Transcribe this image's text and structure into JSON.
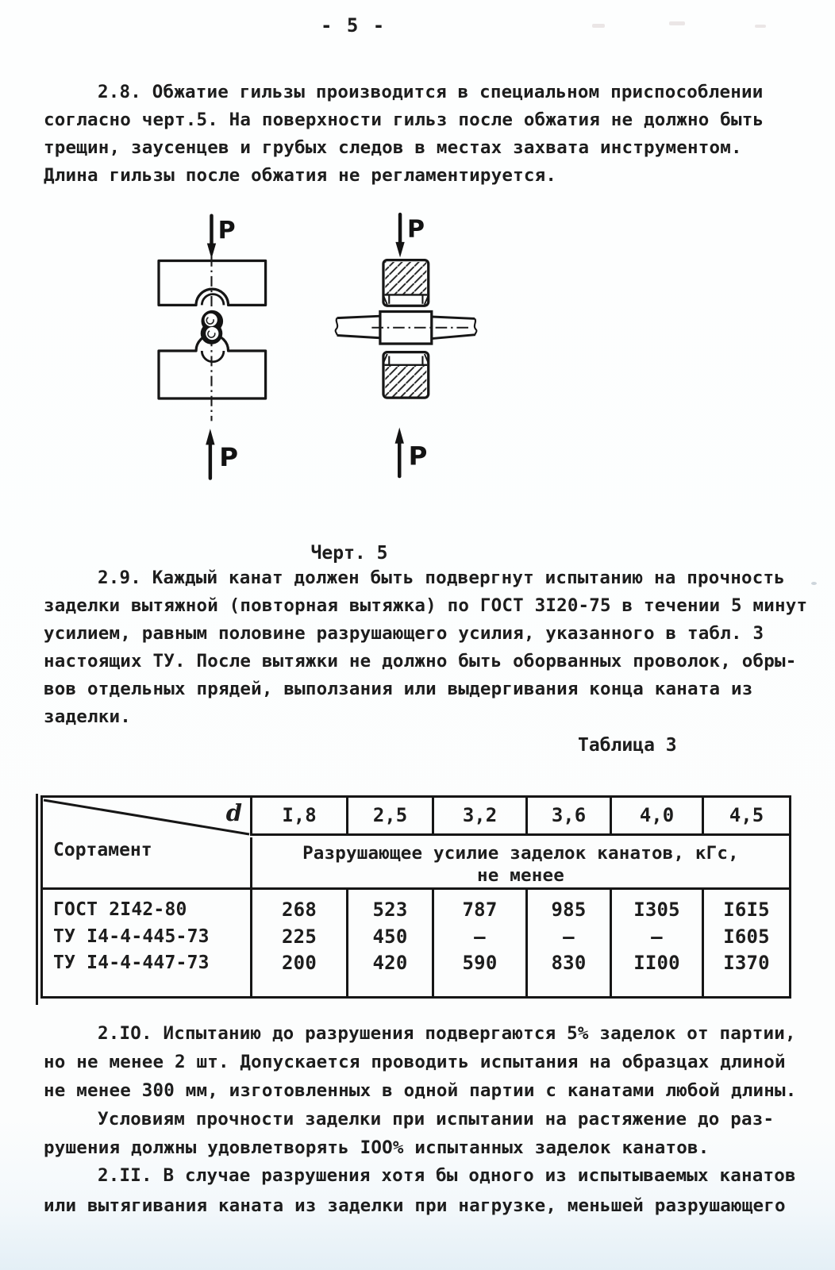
{
  "page": {
    "number": "- 5 -"
  },
  "paragraphs": {
    "p28": {
      "lines": [
        "2.8. Обжатие гильзы производится в специальном приспособлении",
        "согласно черт.5. На поверхности гильз после обжатия не должно быть",
        "трещин, заусенцев и грубых следов в местах захвата инструментом.",
        "Длина гильзы после обжатия не регламентируется."
      ]
    },
    "p29": {
      "lines": [
        "2.9. Каждый канат должен быть подвергнут испытанию на прочность",
        "заделки вытяжной (повторная вытяжка) по ГОСТ 3I20-75 в течении 5 минут",
        "усилием, равным половине разрушающего усилия, указанного в табл. 3",
        "настоящих ТУ. После вытяжки не должно быть оборванных проволок, обры-",
        "вов отдельных прядей, выползания или выдергивания конца каната из",
        "заделки."
      ]
    },
    "p210": {
      "lines": [
        "2.IO. Испытанию до разрушения подвергаются 5% заделок от партии,",
        "но не менее 2 шт. Допускается проводить испытания на образцах длиной",
        "не менее 300 мм, изготовленных в одной партии с канатами любой длины.",
        "Условиям прочности заделки при испытании на растяжение до раз-",
        "рушения должны удовлетворять IOO% испытанных заделок канатов."
      ]
    },
    "p211": {
      "lines": [
        "2.II. В случае разрушения хотя бы одного из испытываемых канатов",
        "или вытягивания каната из заделки при нагрузке, меньшей разрушающего"
      ]
    }
  },
  "figure": {
    "caption": "Черт. 5",
    "force_label": "P"
  },
  "table": {
    "caption": "Таблица 3",
    "corner": {
      "d": "d",
      "category": "Сортамент"
    },
    "d_values": [
      "I,8",
      "2,5",
      "3,2",
      "3,6",
      "4,0",
      "4,5"
    ],
    "span_header": [
      "Разрушающее усилие заделок канатов, кГс,",
      "не менее"
    ],
    "rows": [
      {
        "label": "ГОСТ 2I42-80",
        "values": [
          "268",
          "523",
          "787",
          "985",
          "I305",
          "I6I5"
        ]
      },
      {
        "label": "ТУ I4-4-445-73",
        "values": [
          "225",
          "450",
          "–",
          "–",
          "–",
          "I605"
        ]
      },
      {
        "label": "ТУ I4-4-447-73",
        "values": [
          "200",
          "420",
          "590",
          "830",
          "II00",
          "I370"
        ]
      }
    ]
  },
  "ink_color": "#1d1d1d"
}
